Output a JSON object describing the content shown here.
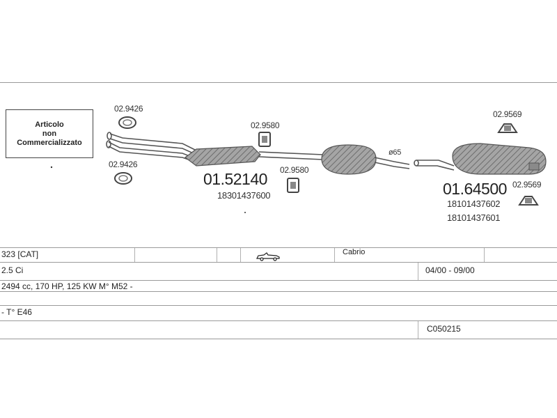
{
  "note": {
    "line1": "Articolo",
    "line2": "non",
    "line3": "Commercializzato"
  },
  "parts": {
    "clamp_top": "02.9426",
    "clamp_bottom": "02.9426",
    "hanger_mid_top": "02.9580",
    "hanger_mid_bottom": "02.9580",
    "front_code": "01.52140",
    "front_oem": "18301437600",
    "pipe_diameter": "ø65",
    "rear_code": "01.64500",
    "rear_oem_1": "18101437602",
    "rear_oem_2": "18101437601",
    "hanger_rear_top": "02.9569",
    "hanger_rear_bottom": "02.9569"
  },
  "table": {
    "model": "323  [CAT]",
    "body": "Cabrio",
    "engine": "2.5 Ci",
    "years": "04/00 - 09/00",
    "specs": "2494 cc, 170 HP, 125 KW M° M52 -",
    "type": "- T° E46",
    "code": "C050215"
  },
  "icons": {
    "car": "convertible-car-icon"
  },
  "colors": {
    "line": "#9a9a9a",
    "ink": "#222222",
    "part_fill": "#9c9c9c"
  }
}
